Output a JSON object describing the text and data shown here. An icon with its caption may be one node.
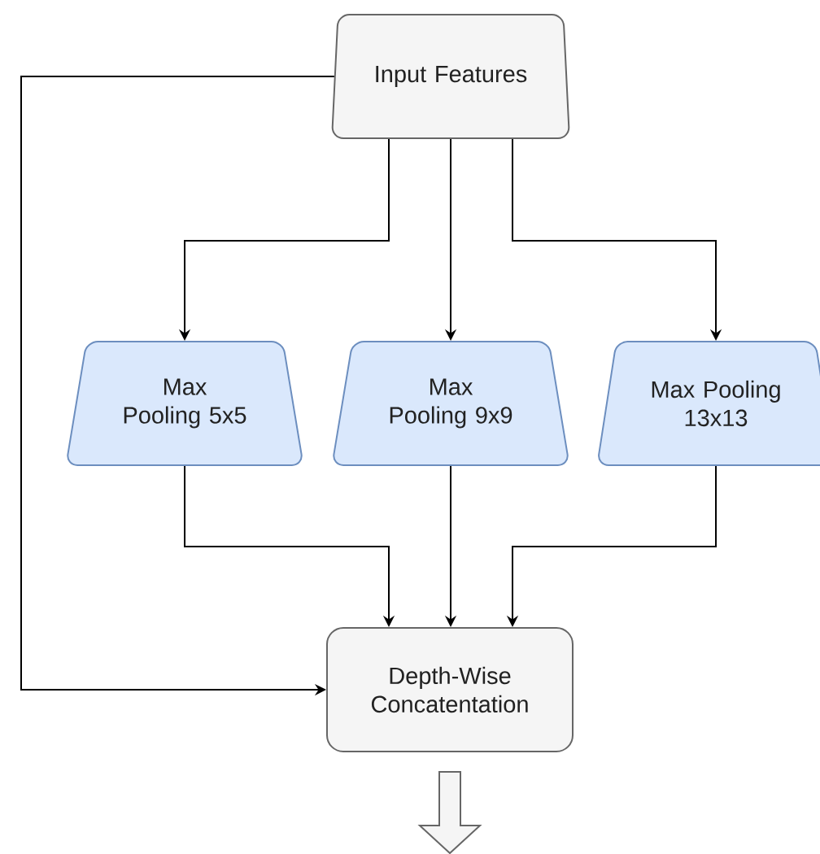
{
  "diagram": {
    "nodes": [
      {
        "text": [
          "Input Features"
        ]
      },
      {
        "text": [
          "Max Pooling 5x5"
        ]
      },
      {
        "text": [
          "Max Pooling 9x9"
        ]
      },
      {
        "text": [
          "Max Pooling 13x13"
        ]
      },
      {
        "text": [
          "Depth-Wise Concatentation"
        ]
      }
    ],
    "edges": [
      {
        "from": 0,
        "to": 1,
        "arrow": "to"
      },
      {
        "from": 0,
        "to": 2,
        "arrow": "to"
      },
      {
        "from": 0,
        "to": 3,
        "arrow": "to"
      },
      {
        "from": 0,
        "to": 4,
        "arrow": "to"
      },
      {
        "from": 1,
        "to": 4,
        "arrow": "to"
      },
      {
        "from": 2,
        "to": 4,
        "arrow": "to"
      },
      {
        "from": 3,
        "to": 4,
        "arrow": "to"
      },
      {
        "from": 4,
        "to": null,
        "arrow": "to"
      }
    ]
  }
}
